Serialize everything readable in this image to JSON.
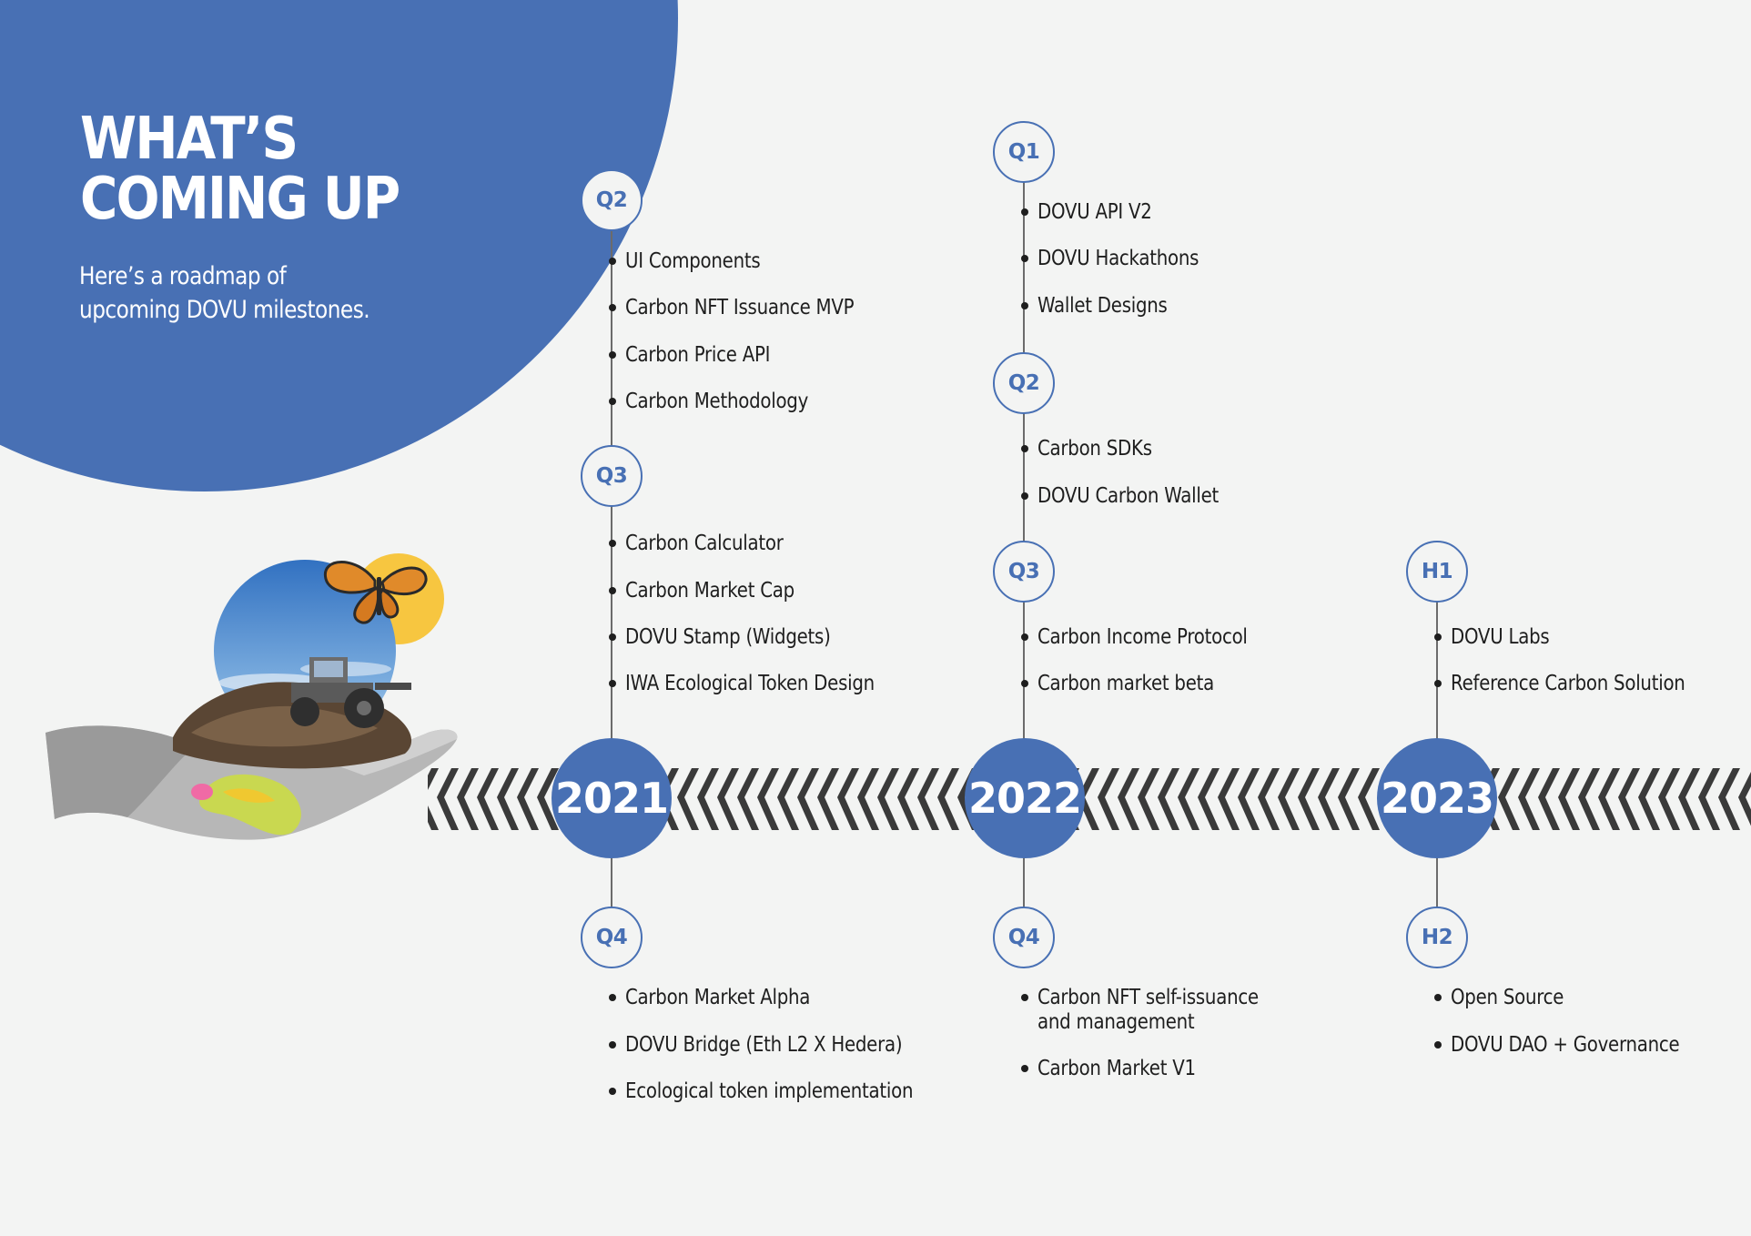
{
  "header": {
    "title_line1": "WHAT’S",
    "title_line2": "COMING UP",
    "subtitle_line1": "Here’s a roadmap of",
    "subtitle_line2": "upcoming DOVU milestones."
  },
  "colors": {
    "brand_blue": "#4870b4",
    "background": "#f3f4f3",
    "text": "#1e1e1e",
    "tread": "#3a3a3a"
  },
  "timeline": {
    "y2021": {
      "year": "2021",
      "q2": {
        "label": "Q2",
        "items": [
          "UI Components",
          "Carbon NFT Issuance MVP",
          "Carbon Price API",
          "Carbon Methodology"
        ]
      },
      "q3": {
        "label": "Q3",
        "items": [
          "Carbon Calculator",
          "Carbon Market Cap",
          "DOVU Stamp (Widgets)",
          "IWA Ecological Token Design"
        ]
      },
      "q4": {
        "label": "Q4",
        "items": [
          "Carbon Market Alpha",
          "DOVU Bridge (Eth L2 X Hedera)",
          "Ecological token implementation"
        ]
      }
    },
    "y2022": {
      "year": "2022",
      "q1": {
        "label": "Q1",
        "items": [
          "DOVU API V2",
          "DOVU Hackathons",
          "Wallet Designs"
        ]
      },
      "q2": {
        "label": "Q2",
        "items": [
          "Carbon SDKs",
          "DOVU Carbon Wallet"
        ]
      },
      "q3": {
        "label": "Q3",
        "items": [
          "Carbon Income Protocol",
          "Carbon market beta"
        ]
      },
      "q4": {
        "label": "Q4",
        "items": [
          "Carbon NFT self-issuance",
          "and management",
          "Carbon Market V1"
        ]
      }
    },
    "y2023": {
      "year": "2023",
      "h1": {
        "label": "H1",
        "items": [
          "DOVU Labs",
          "Reference Carbon Solution"
        ]
      },
      "h2": {
        "label": "H2",
        "items": [
          "Open Source",
          "DOVU DAO + Governance"
        ]
      }
    }
  },
  "illustration": {
    "icons": [
      "hand-icon",
      "soil-icon",
      "tractor-icon",
      "butterfly-icon",
      "flower-icon",
      "sun-circle-icon",
      "sky-circle-icon"
    ]
  }
}
